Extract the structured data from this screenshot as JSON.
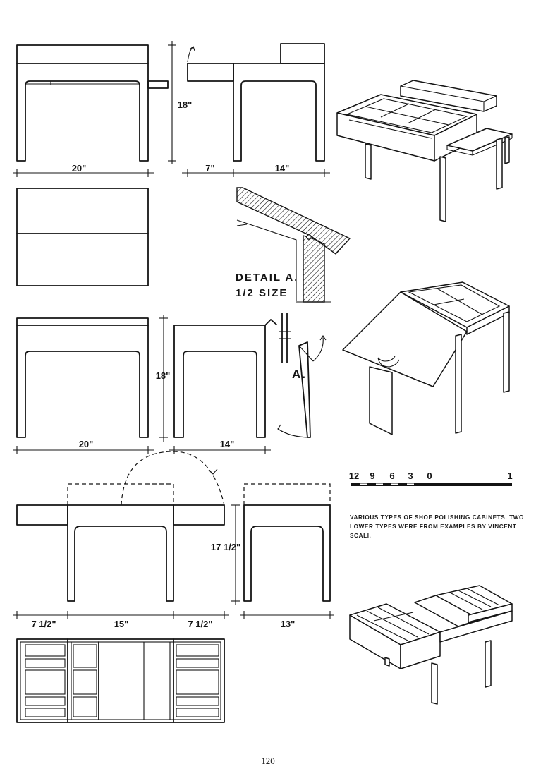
{
  "dimensions": {
    "top_width": "20\"",
    "top_height": "18\"",
    "top_left": "7\"",
    "top_right": "14\"",
    "mid_width": "20\"",
    "mid_height": "18\"",
    "mid_depth": "14\"",
    "low_left": "7 1/2\"",
    "low_center": "15\"",
    "low_right": "7 1/2\"",
    "low_height": "17 1/2\"",
    "low_depth": "13\""
  },
  "detail": {
    "title": "DETAIL A.",
    "scale": "1/2 SIZE",
    "marker": "A."
  },
  "scale_bar": {
    "labels": [
      "12",
      "9",
      "6",
      "3",
      "0",
      "1"
    ]
  },
  "caption": "VARIOUS TYPES OF SHOE POLISHING CABINETS. TWO LOWER TYPES WERE FROM EXAMPLES BY VINCENT SCALI.",
  "page_number": "120"
}
